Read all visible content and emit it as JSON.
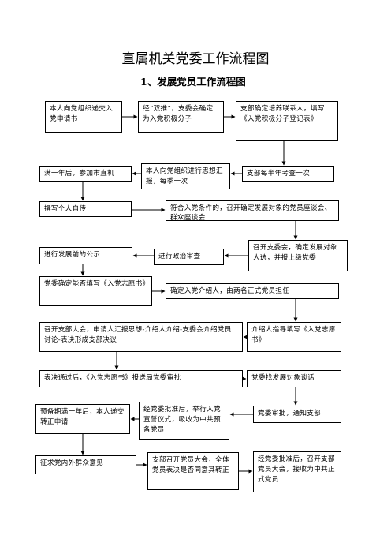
{
  "title": "直属机关党委工作流程图",
  "subtitle": "1、发展党员工作流程图",
  "boxes": {
    "b1": "本人向党组织递交入党申请书",
    "b2": "经“双推”，支委会确定为入党积极分子",
    "b3": "支部确定培养联系人，填写《入党积极分子登记表》",
    "b4": "满一年后，参加市直机",
    "b5": "本人向党组织进行思想汇报，每季一次",
    "b6": "支部每半年考查一次",
    "b7": "撰写个人自传",
    "b8": "符合入党条件的，召开确定发展对象的党员座谈会、群众座谈会",
    "b9": "进行发展前的公示",
    "b10": "进行政治审查",
    "b11": "召开支委会，确定发展对象人选，并报上级党委",
    "b12": "党委确定能否填写《入党志愿书》",
    "b13": "确定入党介绍人，由两名正式党员担任",
    "b14": "召开支部大会，申请人汇报思想-介绍人介绍-支委会介绍党员讨论-表决形成支部决议",
    "b15": "介绍人指导填写《入党志愿书》",
    "b16": "表决通过后，《入党志愿书》报送局党委审批",
    "b17": "党委找发展对象谈话",
    "b18": "预备期满一年后，本人递交转正申请",
    "b19": "经党委批准后，举行入党宣誓仪式，吸收为中共预备党员",
    "b20": "党委审批，通知支部",
    "b21": "征求党内外群众意见",
    "b22": "支部召开党员大会，全体党员表决是否同意其转正",
    "b23": "经党委批准后，召开支部党员大会，接收为中共正式党员"
  }
}
